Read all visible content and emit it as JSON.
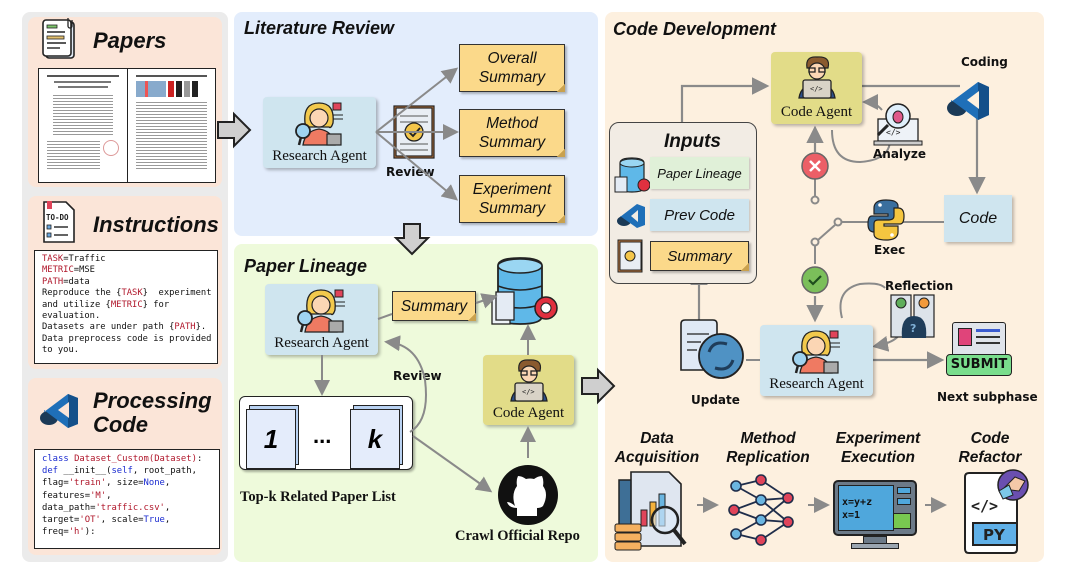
{
  "left": {
    "papers": {
      "title": "Papers",
      "icon": "clipped-document-icon"
    },
    "instructions": {
      "title": "Instructions",
      "icon": "todo-list-icon",
      "todo_label": "TO-DO",
      "lines": [
        {
          "key": "TASK",
          "rest": "=Traffic"
        },
        {
          "key": "METRIC",
          "rest": "=MSE"
        },
        {
          "key": "PATH",
          "rest": "=data"
        }
      ],
      "text": [
        {
          "pre": "Reproduce the {",
          "var": "TASK",
          "post": "}  experiment"
        },
        {
          "pre": "and utilize {",
          "var": "METRIC",
          "post": "} for"
        },
        {
          "pre": "evaluation.",
          "var": "",
          "post": ""
        },
        {
          "pre": "Datasets are under path {",
          "var": "PATH",
          "post": "}."
        },
        {
          "pre": "Data preprocess code is provided",
          "var": "",
          "post": ""
        },
        {
          "pre": "to you.",
          "var": "",
          "post": ""
        }
      ]
    },
    "processing_code": {
      "title_line1": "Processing",
      "title_line2": "Code",
      "icon": "vscode-icon",
      "code": {
        "l1_kw": "class ",
        "l1_name": "Dataset_Custom(Dataset)",
        "l1_end": ":",
        "l2_kw": "def ",
        "l2_a": "__init__(",
        "l2_self": "self",
        "l2_b": ", root_path,",
        "l3_a": "flag=",
        "l3_s": "'train'",
        "l3_b": ", size=",
        "l3_none": "None",
        "l3_c": ",",
        "l4_a": "features=",
        "l4_s": "'M'",
        "l4_b": ",",
        "l5_a": "data_path=",
        "l5_s": "'traffic.csv'",
        "l5_b": ",",
        "l6_a": "target=",
        "l6_s": "'OT'",
        "l6_b": ", scale=",
        "l6_true": "True",
        "l6_c": ",",
        "l7_a": "freq=",
        "l7_s": "'h'",
        "l7_b": "):"
      }
    }
  },
  "literature_review": {
    "title": "Literature Review",
    "agent_label": "Research Agent",
    "review_label": "Review",
    "summaries": [
      {
        "line1": "Overall",
        "line2": "Summary"
      },
      {
        "line1": "Method",
        "line2": "Summary"
      },
      {
        "line1": "Experiment",
        "line2": "Summary"
      }
    ]
  },
  "paper_lineage": {
    "title": "Paper Lineage",
    "agent_label": "Research Agent",
    "summary_label": "Summary",
    "review_label": "Review",
    "paper_first": "1",
    "paper_ellipsis": "...",
    "paper_last": "k",
    "list_label": "Top-k Related Paper List",
    "code_agent_label": "Code Agent",
    "repo_label": "Crawl Official Repo"
  },
  "code_development": {
    "title": "Code Development",
    "code_agent_label": "Code Agent",
    "coding_label": "Coding",
    "analyze_label": "Analyze",
    "inputs": {
      "title": "Inputs",
      "items": [
        {
          "label": "Paper Lineage",
          "icon": "database-gear-icon"
        },
        {
          "label": "Prev Code",
          "icon": "vscode-icon"
        },
        {
          "label": "Summary",
          "icon": "review-notebook-icon"
        }
      ]
    },
    "code_label": "Code",
    "exec_label": "Exec",
    "reflection_label": "Reflection",
    "update_label": "Update",
    "research_agent_label": "Research Agent",
    "submit_label": "SUBMIT",
    "next_label": "Next subphase",
    "stages": [
      {
        "line1": "Data",
        "line2": "Acquisition"
      },
      {
        "line1": "Method",
        "line2": "Replication"
      },
      {
        "line1": "Experiment",
        "line2": "Execution"
      },
      {
        "line1": "Code",
        "line2": "Refactor"
      }
    ],
    "exec_screen_line1": "x=y+z",
    "exec_screen_line2": "x=1",
    "refactor_tag": "PY",
    "refactor_code": "</>"
  },
  "colors": {
    "peach": "#fbe5d8",
    "blue_panel": "#e3edfc",
    "green_panel": "#eefadb",
    "code_panel": "#fdf0df",
    "note_yellow": "#fbd98a",
    "agent_blue": "#cfe5ef",
    "agent_yellow": "#e2dc88",
    "fail_red": "#ec5f67",
    "pass_green": "#7bbf5a"
  }
}
